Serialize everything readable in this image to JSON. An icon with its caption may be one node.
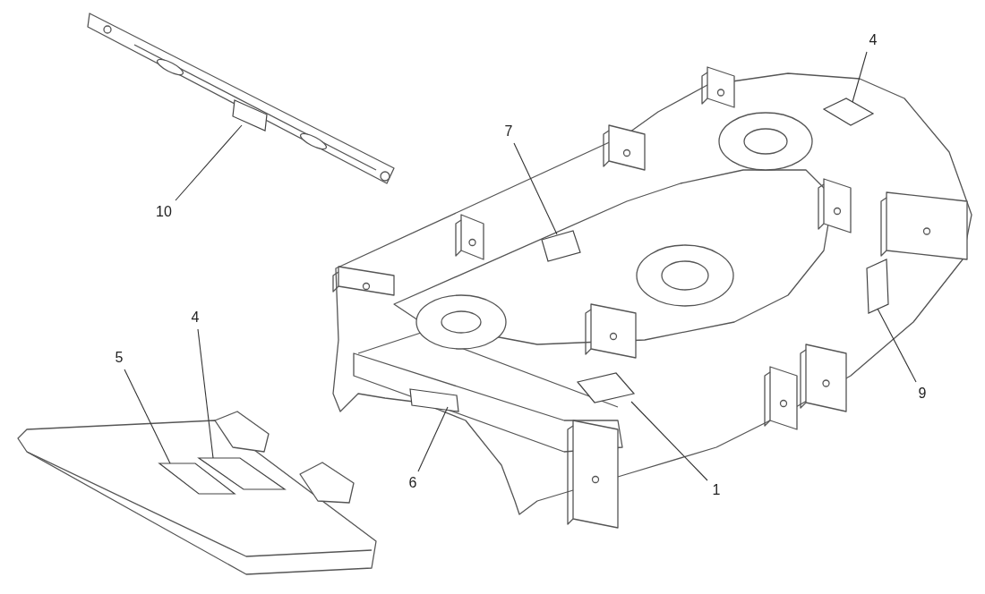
{
  "diagram": {
    "nodes": [
      {
        "text": [
          "4"
        ]
      },
      {
        "text": [
          "7"
        ]
      },
      {
        "text": [
          "10"
        ]
      },
      {
        "text": [
          "4"
        ]
      },
      {
        "text": [
          "5"
        ]
      },
      {
        "text": [
          "9"
        ]
      },
      {
        "text": [
          "6"
        ]
      },
      {
        "text": [
          "1"
        ]
      },
      {
        "text": [],
        "shape": "box"
      },
      {
        "text": [],
        "shape": "box"
      },
      {
        "text": [],
        "shape": "box"
      },
      {
        "text": [],
        "shape": "box"
      },
      {
        "text": [],
        "shape": "box"
      },
      {
        "text": [],
        "shape": "box"
      },
      {
        "text": [],
        "shape": "box"
      },
      {
        "text": [],
        "shape": "box"
      }
    ],
    "edges": [
      {
        "from": 0,
        "to": 8,
        "arrow": "none"
      },
      {
        "from": 1,
        "to": 9,
        "arrow": "none"
      },
      {
        "from": 2,
        "to": 10,
        "arrow": "none"
      },
      {
        "from": 3,
        "to": 11,
        "arrow": "none"
      },
      {
        "from": 4,
        "to": 12,
        "arrow": "none"
      },
      {
        "from": 5,
        "to": 13,
        "arrow": "none"
      },
      {
        "from": 6,
        "to": 14,
        "arrow": "none"
      },
      {
        "from": 7,
        "to": 15,
        "arrow": "none"
      }
    ]
  }
}
